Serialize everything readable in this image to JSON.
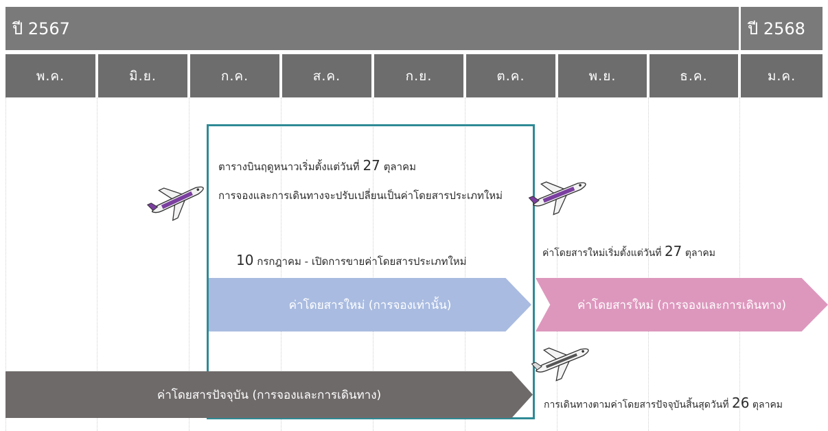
{
  "years": [
    "ปี 2567",
    "ปี 2568"
  ],
  "months": [
    "พ.ค.",
    "มิ.ย.",
    "ก.ค.",
    "ส.ค.",
    "ก.ย.",
    "ต.ค.",
    "พ.ย.",
    "ธ.ค.",
    "ม.ค."
  ],
  "notes": {
    "winter_prefix": "ตารางบินฤดูหนาวเริ่มตั้งแต่วันที่",
    "winter_day": "27",
    "winter_suffix": "ตุลาคม",
    "fare_change": "การจองและการเดินทางจะปรับเปลี่ยนเป็นค่าโดยสารประเภทใหม่",
    "sale_day": "10",
    "sale_text": "กรกฎาคม - เปิดการขายค่าโดยสารประเภทใหม่",
    "new_fare_start_prefix": "ค่าโดยสารใหม่เริ่มตั้งแต่วันที่",
    "new_fare_start_day": "27",
    "new_fare_start_suffix": "ตุลาคม",
    "current_end_prefix": "การเดินทางตามค่าโดยสารปัจจุบันสิ้นสุดวันที่",
    "current_end_day": "26",
    "current_end_suffix": "ตุลาคม"
  },
  "arrows": {
    "new_booking": "ค่าโดยสารใหม่ (การจองเท่านั้น)",
    "new_travel": "ค่าโดยสารใหม่ (การจองและการเดินทาง)",
    "current": "ค่าโดยสารปัจจุบัน (การจองและการเดินทาง)"
  },
  "colors": {
    "header_year": "#7a7a7a",
    "header_month": "#6d6d6d",
    "highlight_border": "#2e8a95",
    "new_booking": "#a9bbe0",
    "new_travel": "#dd97bd",
    "current": "#6f6a6a",
    "plane_livery": "#7b3fa0"
  },
  "icons": [
    "airplane-icon"
  ]
}
